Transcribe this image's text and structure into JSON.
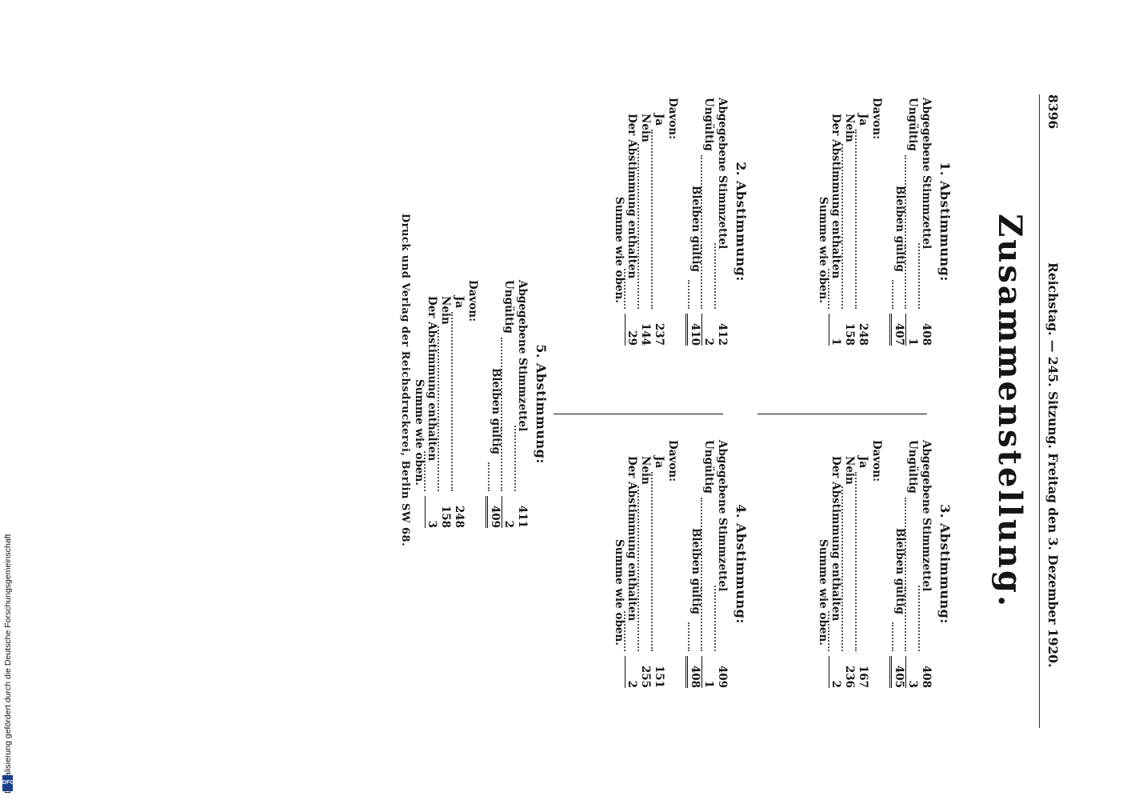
{
  "header": {
    "page_number": "8396",
    "center": "Reichstag. — 245. Sitzung. Freitag den 3. Dezember 1920."
  },
  "title": "Zusammenstellung.",
  "labels": {
    "abgegebene": "Abgegebene Stimmzettel",
    "ungueltig": "Ungültig",
    "bleiben": "Bleiben gültig",
    "davon": "Davon:",
    "ja": "Ja",
    "nein": "Nein",
    "enthalten": "Der Abstimmung enthalten",
    "summe": "Summe wie oben."
  },
  "votes": [
    {
      "heading": "1. Abstimmung:",
      "abgegeben": "408",
      "ungueltig": "1",
      "gueltig": "407",
      "ja": "248",
      "nein": "158",
      "enthalten": "1"
    },
    {
      "heading": "2. Abstimmung:",
      "abgegeben": "412",
      "ungueltig": "2",
      "gueltig": "410",
      "ja": "237",
      "nein": "144",
      "enthalten": "29"
    },
    {
      "heading": "3. Abstimmung:",
      "abgegeben": "408",
      "ungueltig": "3",
      "gueltig": "405",
      "ja": "167",
      "nein": "236",
      "enthalten": "2"
    },
    {
      "heading": "4. Abstimmung:",
      "abgegeben": "409",
      "ungueltig": "1",
      "gueltig": "408",
      "ja": "151",
      "nein": "255",
      "enthalten": "2"
    },
    {
      "heading": "5. Abstimmung:",
      "abgegeben": "411",
      "ungueltig": "2",
      "gueltig": "409",
      "ja": "248",
      "nein": "158",
      "enthalten": "3"
    }
  ],
  "footer": "Druck und Verlag der Reichsdruckerei, Berlin SW 68.",
  "margin_note": "Digitalisierung gefördert durch die Deutsche Forschungsgemeinschaft",
  "logo_text": "DFG"
}
